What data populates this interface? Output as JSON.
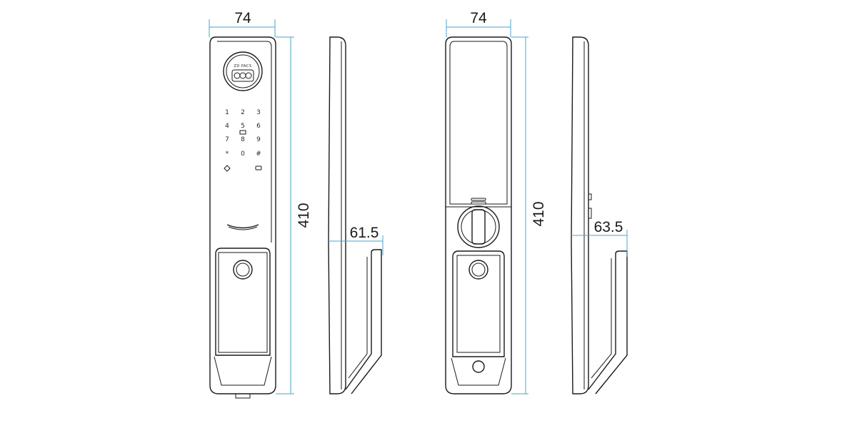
{
  "diagram": {
    "front_view": {
      "width_label": "74",
      "height_label": "410",
      "logo_text": "ZD PACS",
      "keypad": [
        "1",
        "2",
        "3",
        "4",
        "5",
        "6",
        "7",
        "8",
        "9",
        "*",
        "0",
        "#"
      ]
    },
    "side_view_1": {
      "depth_label": "61.5"
    },
    "back_view": {
      "width_label": "74",
      "height_label": "410"
    },
    "side_view_2": {
      "depth_label": "63.5"
    }
  },
  "colors": {
    "line": "#1a1a1a",
    "dimension": "#4aa6c8",
    "background": "#ffffff"
  }
}
